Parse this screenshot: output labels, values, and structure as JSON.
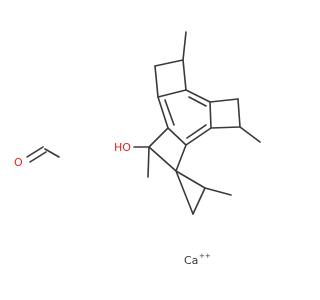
{
  "molecule": {
    "atoms": {
      "oxygen_aldehyde": "O",
      "hydroxyl": "HO",
      "calcium": "Ca",
      "calcium_charge": "++"
    },
    "colors": {
      "bond": "#3a3a3a",
      "oxygen": "#e8221a",
      "carbon": "#3a3a3a"
    }
  }
}
